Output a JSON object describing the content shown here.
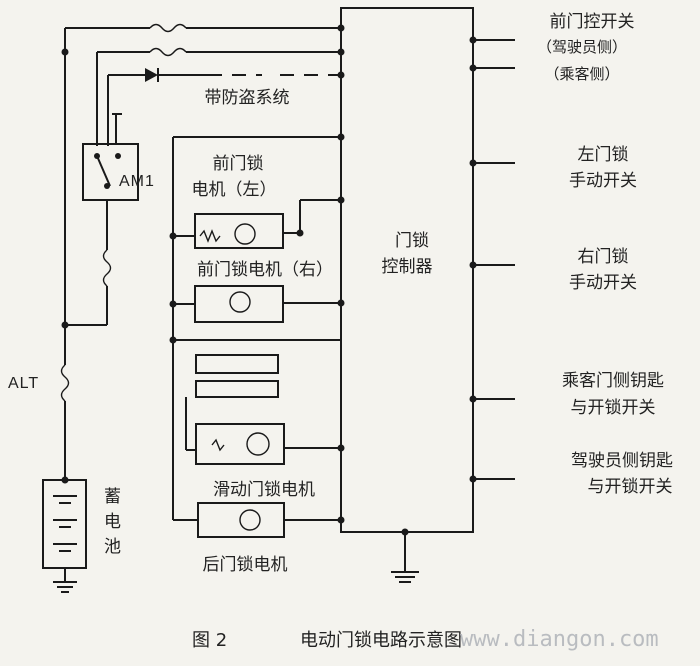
{
  "labels": {
    "front_door_ctrl_switch": "前门控开关",
    "driver_side": "（驾驶员侧）",
    "passenger_side": "（乘客侧）",
    "anti_theft": "带防盗系统",
    "am1": "AM1",
    "front_lock_motor_left_1": "前门锁",
    "front_lock_motor_left_2": "电机（左）",
    "front_lock_motor_right": "前门锁电机（右）",
    "controller_1": "门锁",
    "controller_2": "控制器",
    "left_manual_1": "左门锁",
    "left_manual_2": "手动开关",
    "right_manual_1": "右门锁",
    "right_manual_2": "手动开关",
    "pass_key_1": "乘客门侧钥匙",
    "pass_key_2": "与开锁开关",
    "driver_key_1": "驾驶员侧钥匙",
    "driver_key_2": "与开锁开关",
    "sliding_motor": "滑动门锁电机",
    "rear_motor": "后门锁电机",
    "alt": "ALT",
    "battery_1": "蓄",
    "battery_2": "电",
    "battery_3": "池"
  },
  "caption": {
    "figure": "图 2",
    "title": "电动门锁电路示意图"
  },
  "watermark": "www.diangon.com"
}
